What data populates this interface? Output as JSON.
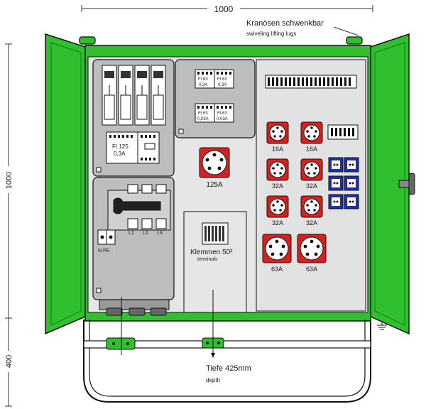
{
  "dimensions": {
    "width_label": "1000",
    "height_label": "1000",
    "frame_height_label": "400"
  },
  "lugs": {
    "title": "Kranösen schwenkbar",
    "subtitle": "swiveling lifting lugs"
  },
  "fuse_block": {
    "fi_label_line1": "FI 125",
    "fi_label_line2": "0,3A"
  },
  "main_switch": {
    "phase_labels": [
      "L1",
      "L2",
      "L3"
    ],
    "n_pe_label": "N PE"
  },
  "upper_fi": [
    {
      "line1": "FI 63",
      "line2": "0,3A"
    },
    {
      "line1": "FI 63",
      "line2": "0,3A"
    },
    {
      "line1": "FI 63",
      "line2": "0,03A"
    },
    {
      "line1": "FI 63",
      "line2": "0,03A"
    }
  ],
  "sockets": {
    "large_125": "125A",
    "row1": [
      "16A",
      "16A"
    ],
    "row2": [
      "32A",
      "32A"
    ],
    "row3": [
      "32A",
      "32A"
    ],
    "row4": [
      "63A",
      "63A"
    ]
  },
  "terminals": {
    "title": "Klemmen 50²",
    "subtitle": "terminals"
  },
  "depth": {
    "title": "Tiefe 425mm",
    "subtitle": "depth"
  },
  "colors": {
    "cabinet_green": "#2fbf2f",
    "socket_red": "#d92020",
    "schuko_blue": "#1f2fa8",
    "panel_grey": "#bdbdbd"
  }
}
